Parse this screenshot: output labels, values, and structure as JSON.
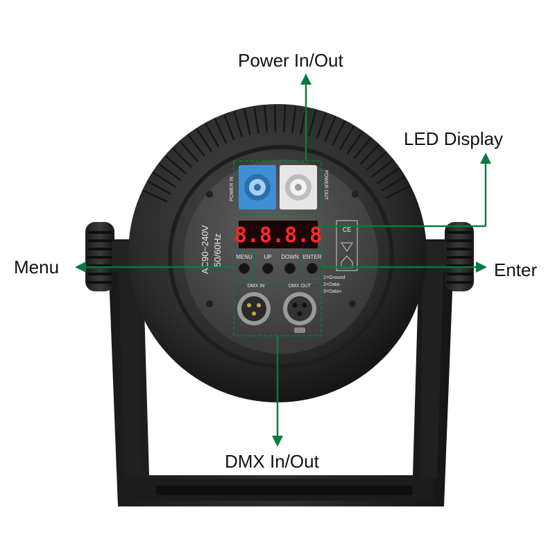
{
  "callouts": {
    "power": "Power In/Out",
    "led": "LED Display",
    "menu": "Menu",
    "enter": "Enter",
    "dmx": "DMX In/Out"
  },
  "panel": {
    "power_in": "POWER IN",
    "power_out": "POWER OUT",
    "voltage": "AC90~240V",
    "frequency": "50/60Hz",
    "display": "8.8.8.8",
    "btn_menu": "MENU",
    "btn_up": "UP",
    "btn_down": "DOWN",
    "btn_enter": "ENTER",
    "dmx_in": "DMX IN",
    "dmx_out": "DMX OUT",
    "pin1": "1=Ground",
    "pin2": "2=Data-",
    "pin3": "3=Data+",
    "ce_mark": "CE"
  },
  "colors": {
    "callout_line": "#0a7a3c",
    "display_digits": "#ff2a2a",
    "power_in_connector": "#3d8fd6",
    "power_out_connector": "#e6e6e6",
    "housing": "#2a2a2a"
  }
}
